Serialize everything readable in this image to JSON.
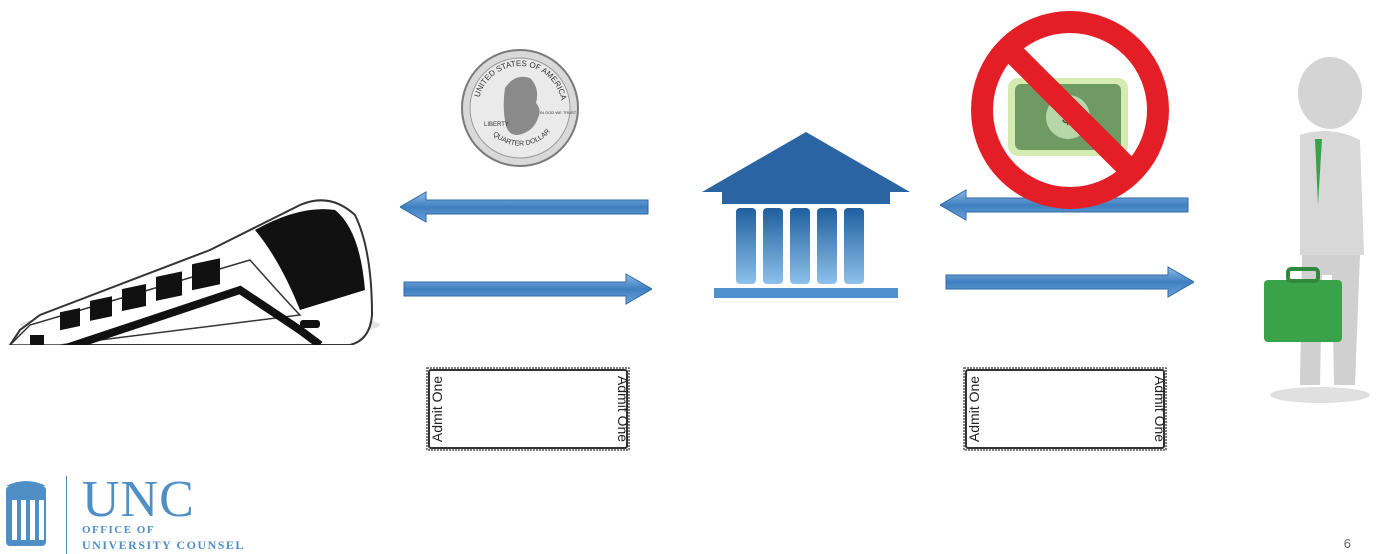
{
  "tickets": {
    "left": {
      "stub_left": "Admit One",
      "stub_right": "Admit One"
    },
    "right": {
      "stub_left": "Admit One",
      "stub_right": "Admit One"
    }
  },
  "coin": {
    "top_text": "UNITED STATES OF AMERICA",
    "left_text": "LIBERTY",
    "right_text": "IN GOD WE TRUST",
    "bottom_text": "QUARTER DOLLAR"
  },
  "logo": {
    "name": "UNC",
    "line1": "OFFICE OF",
    "line2": "UNIVERSITY COUNSEL"
  },
  "page_number": "6",
  "colors": {
    "arrow": "#4a86c5",
    "building": "#2f6fb0",
    "prohibit": "#e41e26",
    "case": "#3aa34a",
    "logo": "#4f8fc6"
  },
  "icons": [
    "train-icon",
    "coin-icon",
    "bank-icon",
    "no-money-icon",
    "person-icon"
  ]
}
